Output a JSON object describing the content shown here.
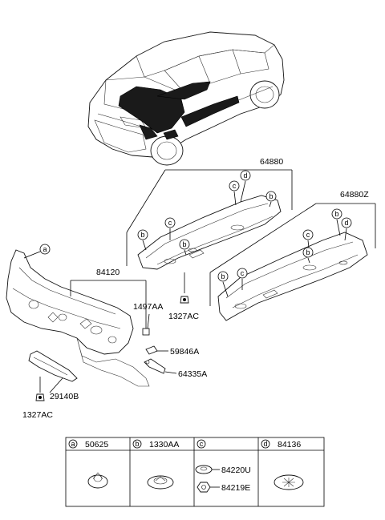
{
  "diagram": {
    "part_numbers": {
      "under_cover_lh": "64880",
      "under_cover_rh": "64880Z",
      "dash_isolation_pad": "84120",
      "pad_small": "1497AA",
      "clip_center": "1327AC",
      "clip_bottom": "1327AC",
      "bracket": "59846A",
      "retainer": "64335A",
      "lower_pad": "29140B"
    },
    "callouts": {
      "a": "a",
      "b": "b",
      "c": "c",
      "d": "d"
    }
  },
  "legend": {
    "cells": [
      {
        "letter": "a",
        "part": "50625"
      },
      {
        "letter": "b",
        "part": "1330AA"
      },
      {
        "letter": "c",
        "part": "84220U",
        "part2": "84219E"
      },
      {
        "letter": "d",
        "part": "84136"
      }
    ]
  }
}
